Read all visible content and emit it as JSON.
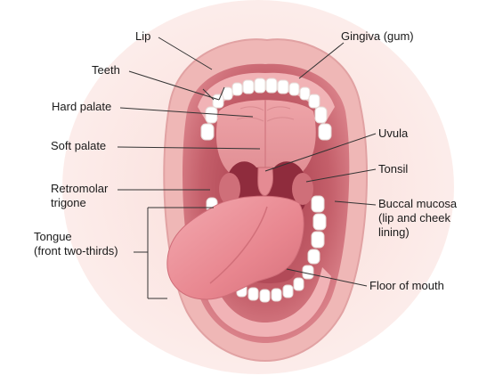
{
  "labels": {
    "lip": "Lip",
    "teeth": "Teeth",
    "hard_palate": "Hard palate",
    "soft_palate": "Soft palate",
    "retromolar_line1": "Retromolar",
    "retromolar_line2": "trigone",
    "tongue_line1": "Tongue",
    "tongue_line2": "(front two-thirds)",
    "gingiva": "Gingiva (gum)",
    "uvula": "Uvula",
    "tonsil": "Tonsil",
    "buccal_line1": "Buccal mucosa",
    "buccal_line2": "(lip and cheek",
    "buccal_line3": "lining)",
    "floor": "Floor of mouth"
  },
  "colors": {
    "outer_lip": "#f3c9c5",
    "lip_rim": "#e7a8a6",
    "mouth_interior": "#c9626c",
    "palate": "#e79a9f",
    "throat": "#9e3344",
    "tongue": "#e8868f",
    "tongue_light": "#f2a9ae",
    "teeth": "#ffffff",
    "gum": "#f0b0b3"
  }
}
